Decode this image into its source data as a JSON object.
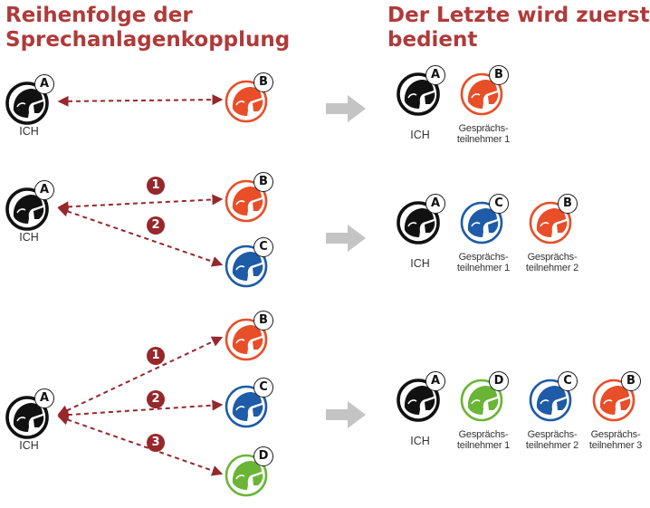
{
  "left_title": [
    "Reihenfolge der",
    "Sprechanlagenkopplung"
  ],
  "right_title": [
    "Der Letzte wird zuerst",
    "bedient"
  ],
  "me_label": "ICH",
  "participant_label_lines": [
    "Gesprächs-",
    "teilnehmer"
  ],
  "colors": {
    "title": "#b03a3a",
    "dashed_arrow": "#96282c",
    "number_badge": "#96282c",
    "black_helmet": "#111111",
    "orange_helmet": "#e84e28",
    "blue_helmet": "#1e5ba8",
    "green_helmet": "#6ab536",
    "gray_arrow": "#c4c4c4"
  },
  "rows": [
    {
      "left": {
        "me": "A",
        "partners": [
          {
            "letter": "B",
            "color": "orange",
            "step": ""
          }
        ]
      },
      "right": [
        {
          "letter": "A",
          "color": "black",
          "label": "ICH"
        },
        {
          "letter": "B",
          "color": "orange",
          "label": "Gesprächs- teilnehmer 1"
        }
      ]
    },
    {
      "left": {
        "me": "A",
        "partners": [
          {
            "letter": "B",
            "color": "orange",
            "step": "1"
          },
          {
            "letter": "C",
            "color": "blue",
            "step": "2"
          }
        ]
      },
      "right": [
        {
          "letter": "A",
          "color": "black",
          "label": "ICH"
        },
        {
          "letter": "C",
          "color": "blue",
          "label": "Gesprächs- teilnehmer 1"
        },
        {
          "letter": "B",
          "color": "orange",
          "label": "Gesprächs- teilnehmer 2"
        }
      ]
    },
    {
      "left": {
        "me": "A",
        "partners": [
          {
            "letter": "B",
            "color": "orange",
            "step": "1"
          },
          {
            "letter": "C",
            "color": "blue",
            "step": "2"
          },
          {
            "letter": "D",
            "color": "green",
            "step": "3"
          }
        ]
      },
      "right": [
        {
          "letter": "A",
          "color": "black",
          "label": "ICH"
        },
        {
          "letter": "D",
          "color": "green",
          "label": "Gesprächs- teilnehmer 1"
        },
        {
          "letter": "C",
          "color": "blue",
          "label": "Gesprächs- teilnehmer 2"
        },
        {
          "letter": "B",
          "color": "orange",
          "label": "Gesprächs- teilnehmer 3"
        }
      ]
    }
  ]
}
